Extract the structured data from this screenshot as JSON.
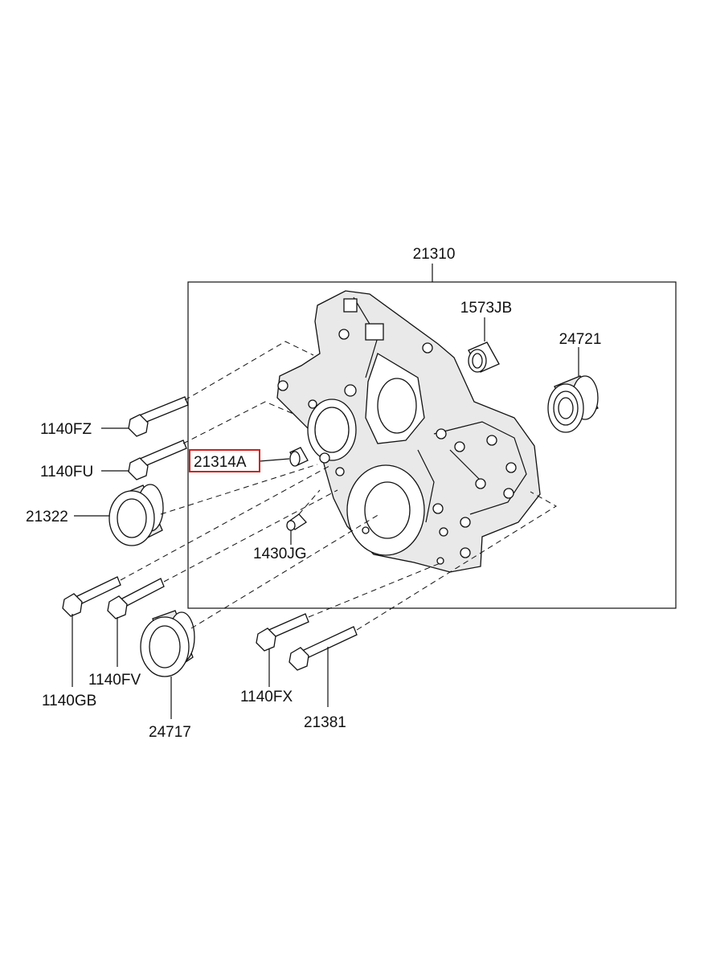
{
  "diagram": {
    "assembly_label": "21310",
    "highlighted_label": "21314A",
    "labels": {
      "l1573jb": "1573JB",
      "l24721": "24721",
      "l1140fz": "1140FZ",
      "l1140fu": "1140FU",
      "l21314a": "21314A",
      "l21322": "21322",
      "l1430jg": "1430JG",
      "l1140fv": "1140FV",
      "l1140gb": "1140GB",
      "l24717": "24717",
      "l1140fx": "1140FX",
      "l21381": "21381"
    },
    "colors": {
      "line": "#111111",
      "highlight": "#d21f1f",
      "background": "#ffffff"
    },
    "icons": [
      "bolt-icon",
      "seal-ring-icon",
      "bearing-icon",
      "dowel-pin-icon",
      "timing-cover-icon"
    ]
  }
}
